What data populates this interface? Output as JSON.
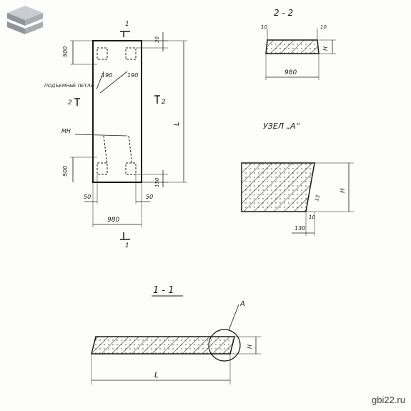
{
  "plan": {
    "dim_top_offset": "30",
    "dim_500_top": "500",
    "dim_500_bottom": "500",
    "dim_190_left": "190",
    "dim_190_right": "190",
    "loops_label": "ПОДЪЕМНЫЕ ПЕТЛИ",
    "mn_label": "МН",
    "dim_L": "L",
    "dim_150": "150",
    "dim_50_left": "50",
    "dim_50_right": "50",
    "dim_980": "980",
    "section_1_top": "1",
    "section_1_bottom": "1",
    "section_2_left": "2",
    "section_2_right": "2"
  },
  "section22": {
    "title": "2 - 2",
    "dim_10_left": "10",
    "dim_10_right": "10",
    "dim_H": "H",
    "dim_980": "980"
  },
  "node": {
    "title": "УЗЕЛ „А“",
    "dim_H": "H",
    "dim_15": "15",
    "dim_10": "10",
    "dim_130": "130"
  },
  "section11": {
    "title": "1 - 1",
    "callout": "А",
    "dim_H": "H",
    "dim_L": "L"
  },
  "watermark": {
    "text": "gbi22.ru"
  },
  "colors": {
    "ink": "#1a1a1a",
    "hatch": "#333333",
    "logo_top": "#c9cdd2",
    "logo_side": "#8f959c"
  }
}
